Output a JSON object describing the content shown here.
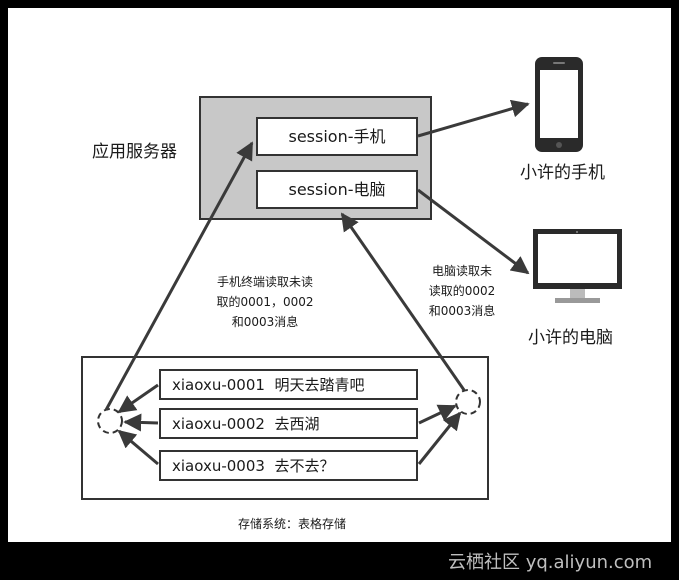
{
  "server": {
    "label": "应用服务器",
    "sessions": [
      "session-手机",
      "session-电脑"
    ]
  },
  "devices": {
    "phone_label": "小许的手机",
    "computer_label": "小许的电脑"
  },
  "storage": {
    "messages": [
      "xiaoxu-0001  明天去踏青吧",
      "xiaoxu-0002  去西湖",
      "xiaoxu-0003  去不去？"
    ],
    "caption": "存储系统：表格存储"
  },
  "annotations": {
    "phone_read": [
      "手机终端读取未读",
      "取的0001，0002",
      "和0003消息"
    ],
    "computer_read": [
      "电脑读取未",
      "读取的0002",
      "和0003消息"
    ]
  },
  "watermark": "云栖社区 yq.aliyun.com",
  "colors": {
    "background": "#000000",
    "panel": "#ffffff",
    "server_box": "#c8c8c8",
    "arrow": "#3a3a3a",
    "text": "#1a1a1a",
    "watermark": "#bfbfbf"
  }
}
